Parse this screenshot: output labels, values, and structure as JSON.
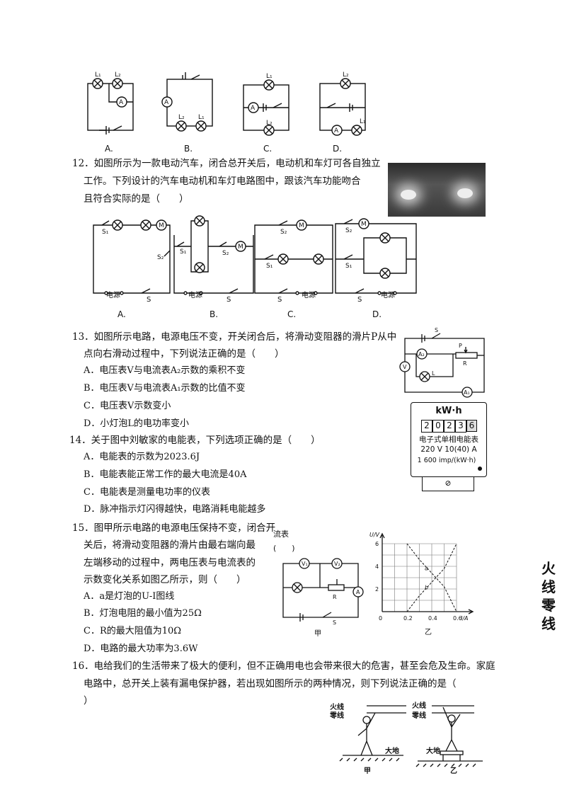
{
  "q11": {
    "labels": [
      "A.",
      "B.",
      "C.",
      "D."
    ]
  },
  "q12": {
    "lines": [
      "12．如图所示为一款电动汽车，闭合总开关后，电动机和车灯可各自独立",
      "工作。下列设计的汽车电动机和车灯电路图中，跟该汽车功能吻合",
      "且符合实际的是（　　）"
    ],
    "labels": [
      "A.",
      "B.",
      "C.",
      "D."
    ],
    "power_label": "电源",
    "switch_label": "S"
  },
  "q13": {
    "lines": [
      "13．如图所示电路，电源电压不变，开关闭合后，将滑动变阻器的滑片P从中",
      "点向右滑动过程中，下列说法正确的是（　　）"
    ],
    "options": [
      "A．电压表V与电流表A₂示数的乘积不变",
      "B．电压表V与电流表A₁示数的比值不变",
      "C．电压表V示数变小",
      "D．小灯泡L的电功率变小"
    ]
  },
  "q14": {
    "stem": "14．关于图中刘敏家的电能表，下列选项正确的是（　　）",
    "options": [
      "A．电能表的示数为2023.6J",
      "B．电能表能正常工作的最大电流是40A",
      "C．电能表是测量电功率的仪表",
      "D．脉冲指示灯闪得越快，电路消耗电能越多"
    ],
    "meter": {
      "unit": "kW·h",
      "digits": [
        "2",
        "0",
        "2",
        "3",
        "6"
      ],
      "name": "电子式单相电能表",
      "rating": "220 V 10(40) A",
      "impulse": "1 600 imp/(kW·h)"
    }
  },
  "q15": {
    "lines": [
      "15．图甲所示电路的电源电压保持不变，闭合开",
      "关后，将滑动变阻器的滑片由最右端向最",
      "左端移动的过程中，两电压表与电流表的",
      "示数变化关系如图乙所示，则（　　）"
    ],
    "options": [
      "A．a是灯泡的U-I图线",
      "B．灯泡电阻的最小值为25Ω",
      "C．R的最大阻值为10Ω",
      "D．电路的最大功率为3.6W"
    ],
    "fragment_top": "流表",
    "fragment_paren": "(　　)",
    "fig_jia": "甲",
    "fig_yi": "乙",
    "side_text": [
      "火线",
      "零线"
    ]
  },
  "q16": {
    "lines": [
      "16．电给我们的生活带来了极大的便利，但不正确用电也会带来很大的危害，甚至会危及生命。家庭",
      "电路中，总开关上装有漏电保护器，若出现如图所示的两种情况，则下列说法正确的是（",
      "）"
    ],
    "fire_line": "火线",
    "zero_line": "零线",
    "ground": "大地",
    "fig_jia": "甲",
    "fig_yi": "乙"
  },
  "chart_data": {
    "type": "line",
    "title": "",
    "xlabel": "I/A",
    "ylabel": "U/V",
    "xlim": [
      0,
      0.6
    ],
    "ylim": [
      0,
      6
    ],
    "x_ticks": [
      "0",
      "0.2",
      "0.4",
      "0.6"
    ],
    "y_ticks": [
      "2",
      "4",
      "6"
    ],
    "grid": true,
    "series": [
      {
        "name": "a",
        "x": [
          0.2,
          0.3,
          0.4,
          0.5,
          0.6
        ],
        "y": [
          6,
          4.6,
          3.4,
          2.2,
          0
        ]
      },
      {
        "name": "b",
        "x": [
          0.2,
          0.3,
          0.4,
          0.5,
          0.6
        ],
        "y": [
          0,
          1.4,
          2.6,
          3.8,
          6
        ]
      }
    ]
  }
}
